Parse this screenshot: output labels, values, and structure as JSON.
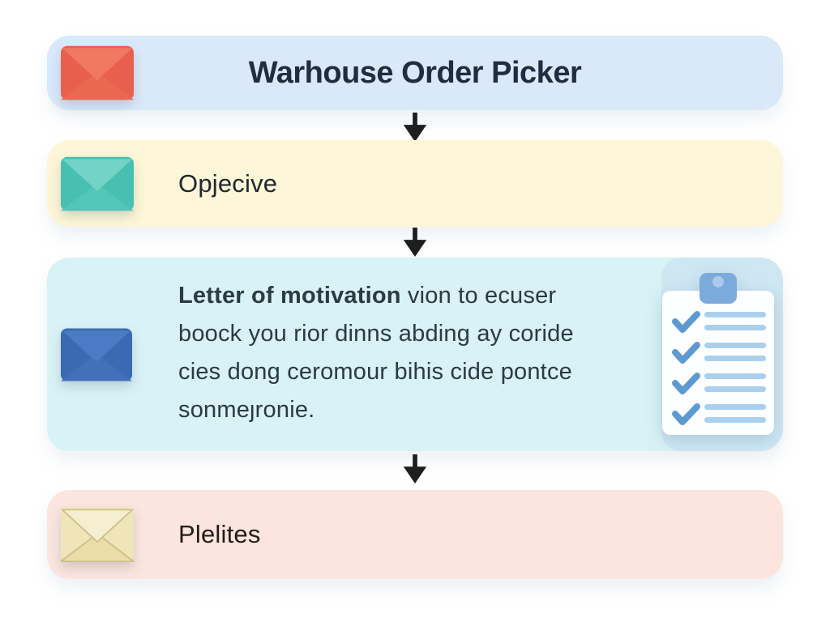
{
  "page": {
    "bg": "#ffffff"
  },
  "title_banner": {
    "label": "Warhouse Order Picker",
    "bg": "#d9e9fa",
    "text_color": "#212d3e",
    "envelope": {
      "base": "#e8604c",
      "flap": "#f0795f",
      "fold": "#ea6850",
      "stroke": "none"
    }
  },
  "objective_banner": {
    "label": "Opjecive",
    "bg": "#fdf6d8",
    "text_color": "#20282f",
    "envelope": {
      "base": "#47bfb1",
      "flap": "#74d3c7",
      "fold": "#52c6b8",
      "stroke": "none"
    }
  },
  "body_banner": {
    "bg": "#d8f2f5",
    "text_color": "#2b3a45",
    "paragraph": {
      "bold": "Letter of motivation",
      "line1_rest": " vion to ecuser",
      "line2": "boock you rior dinns abding ay coride",
      "line3": "cies dong ceromour bihis cide pontce",
      "line4": "sonmeȷronie."
    },
    "envelope": {
      "base": "#3a6ab2",
      "flap": "#4b7bc4",
      "fold": "#4271ba",
      "stroke": "none"
    },
    "clipboard": {
      "tile": "#cfe7f3",
      "card": "#fdfeff",
      "clip": "#7cabdb",
      "clip_hole": "#a9cbe9",
      "check": "#5e9ad2",
      "line": "#abd0ee"
    }
  },
  "bottom_banner": {
    "label": "Plelites",
    "bg": "#fbe5de",
    "text_color": "#211d18",
    "envelope": {
      "base": "#efe5b8",
      "flap": "#f5efcf",
      "fold": "#eadda8",
      "stroke": "#cdbf8d"
    }
  },
  "arrows": {
    "color": "#1d1e20"
  }
}
